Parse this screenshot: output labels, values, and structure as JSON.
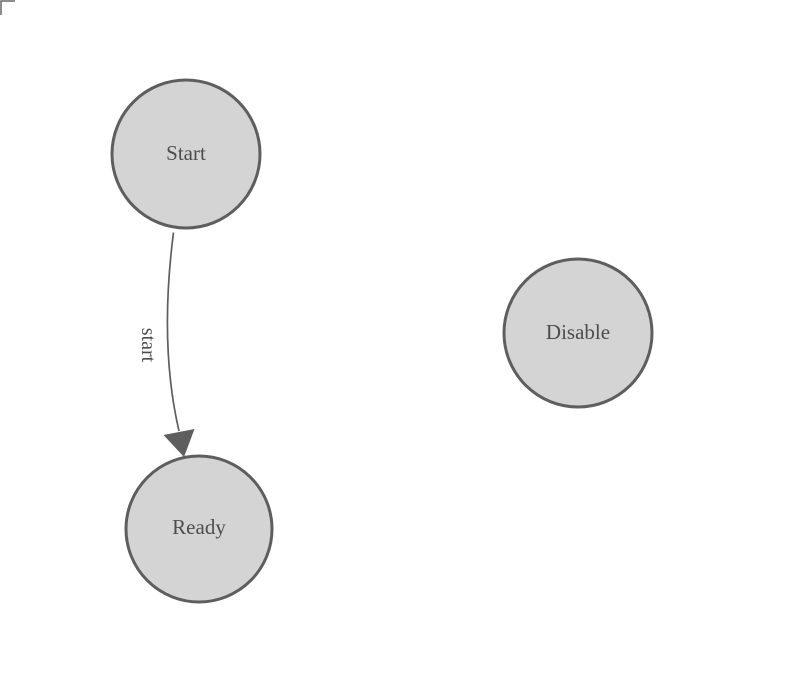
{
  "diagram": {
    "nodes": [
      {
        "id": "start",
        "label": "Start"
      },
      {
        "id": "ready",
        "label": "Ready"
      },
      {
        "id": "disable",
        "label": "Disable"
      }
    ],
    "edges": [
      {
        "id": "start-to-ready",
        "label": "start",
        "from": "Start",
        "to": "Ready"
      }
    ],
    "colors": {
      "background": "#ffffff",
      "node_fill": "#d4d4d4",
      "node_stroke": "#5e5e5e",
      "node_text": "#4d4d4d",
      "edge_stroke": "#5e5e5e",
      "edge_text": "#4d4d4d",
      "corner_mark": "#666666"
    }
  }
}
